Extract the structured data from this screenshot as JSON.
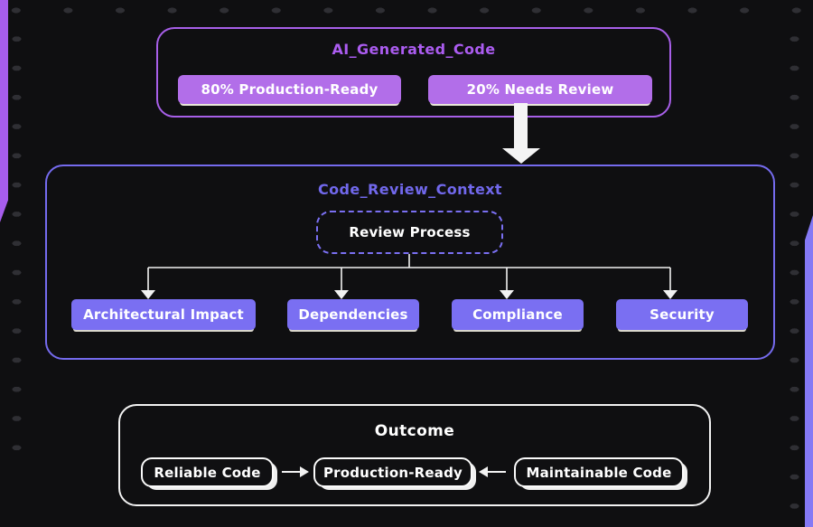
{
  "colors": {
    "background": "#0f0f11",
    "purple_accent": "#ab5cf0",
    "purple_fill": "#b26ee9",
    "indigo_accent": "#7168ec",
    "indigo_fill": "#7a6ff2",
    "white_accent": "#f2f2f2",
    "node_shadow": "#e9e6d9"
  },
  "nodes": {
    "ai_code": {
      "title": "AI_Generated_Code",
      "production_ready": "80% Production-Ready",
      "needs_review": "20% Needs Review"
    },
    "review_context": {
      "title": "Code_Review_Context",
      "process": "Review Process",
      "branches": [
        "Architectural Impact",
        "Dependencies",
        "Compliance",
        "Security"
      ]
    },
    "outcome": {
      "title": "Outcome",
      "reliable": "Reliable Code",
      "production": "Production-Ready",
      "maintainable": "Maintainable Code"
    }
  }
}
